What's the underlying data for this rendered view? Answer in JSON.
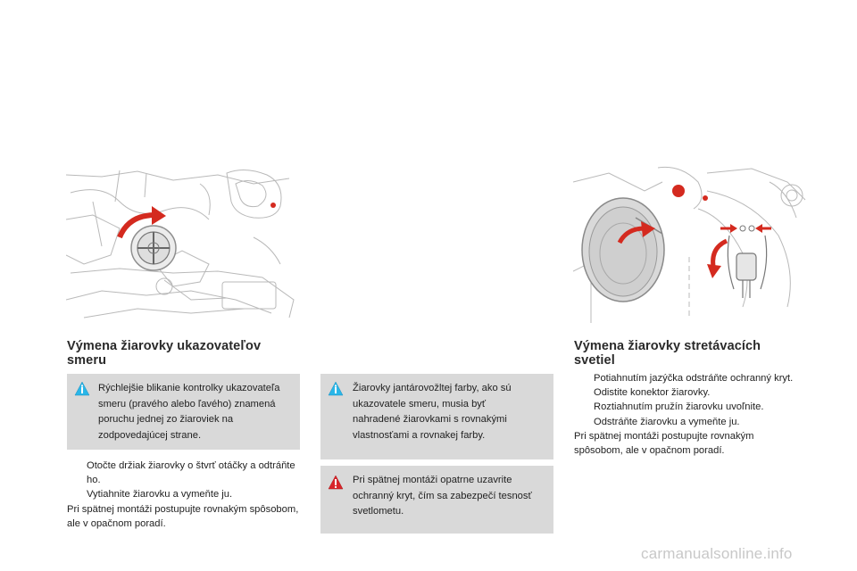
{
  "left": {
    "title": "Výmena žiarovky ukazovateľov smeru",
    "info": "Rýchlejšie blikanie kontrolky ukazovateľa smeru (pravého alebo ľavého) znamená poruchu jednej zo žiaroviek na zodpovedajúcej strane.",
    "steps": [
      "Otočte držiak žiarovky o štvrť otáčky a odtráňte ho.",
      "Vytiahnite žiarovku a vymeňte ju."
    ],
    "note": "Pri spätnej montáži postupujte rovnakým spôsobom, ale v opačnom poradí."
  },
  "middle": {
    "info": "Žiarovky jantárovožltej farby, ako sú ukazovatele smeru, musia byť nahradené žiarovkami s rovnakými vlastnosťami a rovnakej farby.",
    "warning": "Pri spätnej montáži opatrne uzavrite ochranný kryt, čím sa zabezpečí tesnosť svetlometu."
  },
  "right": {
    "title": "Výmena žiarovky stretávacích svetiel",
    "steps": [
      "Potiahnutím jazýčka odstráňte ochranný kryt.",
      "Odistite konektor žiarovky.",
      "Roztiahnutím pružín žiarovku uvoľnite.",
      "Odstráňte žiarovku a vymeňte ju."
    ],
    "note": "Pri spätnej montáži postupujte rovnakým spôsobom, ale v opačnom poradí."
  },
  "bullet_glyph": "",
  "footer": "carmanualsonline.info",
  "colors": {
    "info_box": "#d9d9d9",
    "info_icon": "#29b6e8",
    "warning_icon": "#d9252a",
    "arrow_red": "#d42a1f"
  },
  "icons": {
    "info": "info-icon",
    "warning": "warning-icon"
  }
}
